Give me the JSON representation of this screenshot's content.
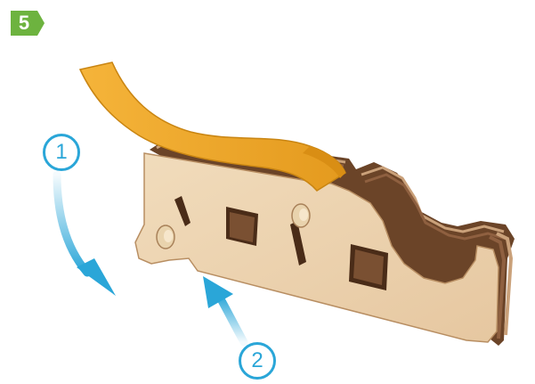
{
  "step": {
    "number": "5",
    "badge_color": "#6db33f"
  },
  "callouts": [
    {
      "label": "1",
      "color": "#2aa6d8"
    },
    {
      "label": "2",
      "color": "#2aa6d8"
    }
  ],
  "colors": {
    "wood_light": "#ecd2ad",
    "wood_dark": "#6b4428",
    "rubber_band": "#f0a92a",
    "arrow": "#2aa6d8"
  }
}
